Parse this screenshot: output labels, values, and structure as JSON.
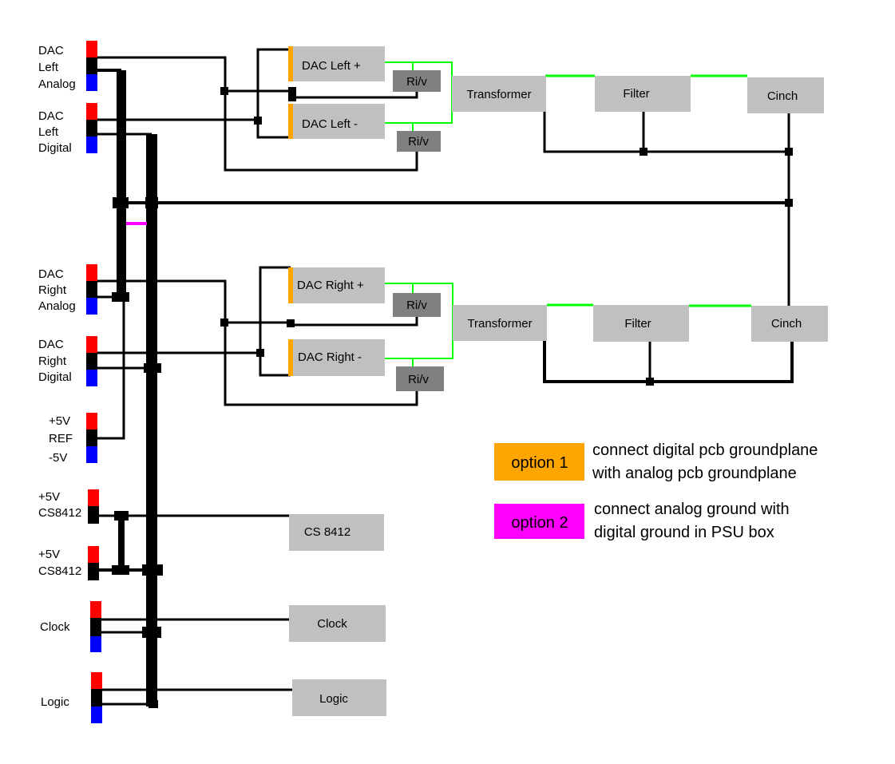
{
  "colors": {
    "positive": "#ff0000",
    "ground": "#000000",
    "negative": "#0000ff",
    "box": "#c0c0c0",
    "riv_box": "#808080",
    "signal": "#00ff00",
    "option1": "#ffa500",
    "option2": "#ff00ff"
  },
  "connectors": {
    "dac_left_analog": [
      "DAC",
      "Left",
      "Analog"
    ],
    "dac_left_digital": [
      "DAC",
      "Left",
      "Digital"
    ],
    "dac_right_analog": [
      "DAC",
      "Right",
      "Analog"
    ],
    "dac_right_digital": [
      "DAC",
      "Right",
      "Digital"
    ],
    "ref": [
      "+5V",
      "REF",
      "-5V"
    ],
    "cs8412_a": [
      "+5V",
      "CS8412"
    ],
    "cs8412_b": [
      "+5V",
      "CS8412"
    ],
    "clock": [
      "Clock"
    ],
    "logic": [
      "Logic"
    ]
  },
  "boxes": {
    "dac_left_plus": "DAC Left +",
    "dac_left_minus": "DAC Left -",
    "riv_left_1": "Ri/v",
    "riv_left_2": "Ri/v",
    "transformer_left": "Transformer",
    "filter_left": "Filter",
    "cinch_left": "Cinch",
    "dac_right_plus": "DAC Right +",
    "dac_right_minus": "DAC Right -",
    "riv_right_1": "Ri/v",
    "riv_right_2": "Ri/v",
    "transformer_right": "Transformer",
    "filter_right": "Filter",
    "cinch_right": "Cinch",
    "cs8412": "CS 8412",
    "clock": "Clock",
    "logic": "Logic"
  },
  "legend": {
    "option1": {
      "badge": "option 1",
      "lines": [
        "connect digital pcb groundplane",
        "with analog pcb groundplane"
      ]
    },
    "option2": {
      "badge": "option 2",
      "lines": [
        "connect analog ground with",
        "digital ground in PSU box"
      ]
    }
  }
}
